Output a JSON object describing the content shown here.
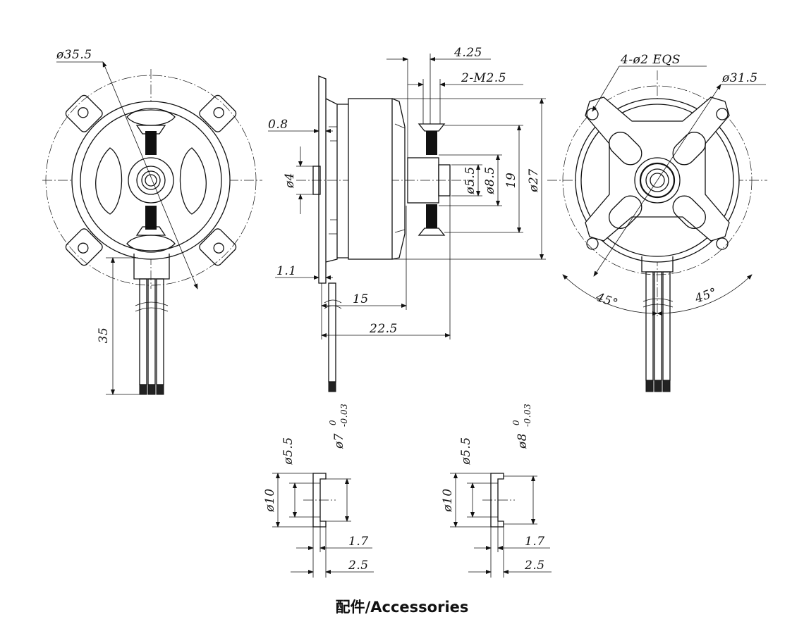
{
  "front_view": {
    "outer_diameter": "ø35.5",
    "lead_length": "35"
  },
  "side_view": {
    "spacer_thickness": "0.8",
    "base_thickness": "1.1",
    "stub_diameter": "ø4",
    "hub_offset": "4.25",
    "thread": "2-M2.5",
    "hub_diameter": "ø5.5",
    "hub_flange_diameter": "ø8.5",
    "screw_spacing": "19",
    "can_diameter": "ø27",
    "body_length": "15",
    "overall_length": "22.5"
  },
  "rear_view": {
    "mount_holes": "4-ø2 EQS",
    "hole_circle": "ø31.5",
    "angle_left": "45°",
    "angle_right": "45°"
  },
  "accessories": [
    {
      "inner": "ø5.5",
      "outer": "ø10",
      "shaft": "ø7",
      "tol_upper": "0",
      "tol_lower": "-0.03",
      "flange": "1.7",
      "length": "2.5"
    },
    {
      "inner": "ø5.5",
      "outer": "ø10",
      "shaft": "ø8",
      "tol_upper": "0",
      "tol_lower": "-0.03",
      "flange": "1.7",
      "length": "2.5"
    }
  ],
  "caption": "配件/Accessories"
}
